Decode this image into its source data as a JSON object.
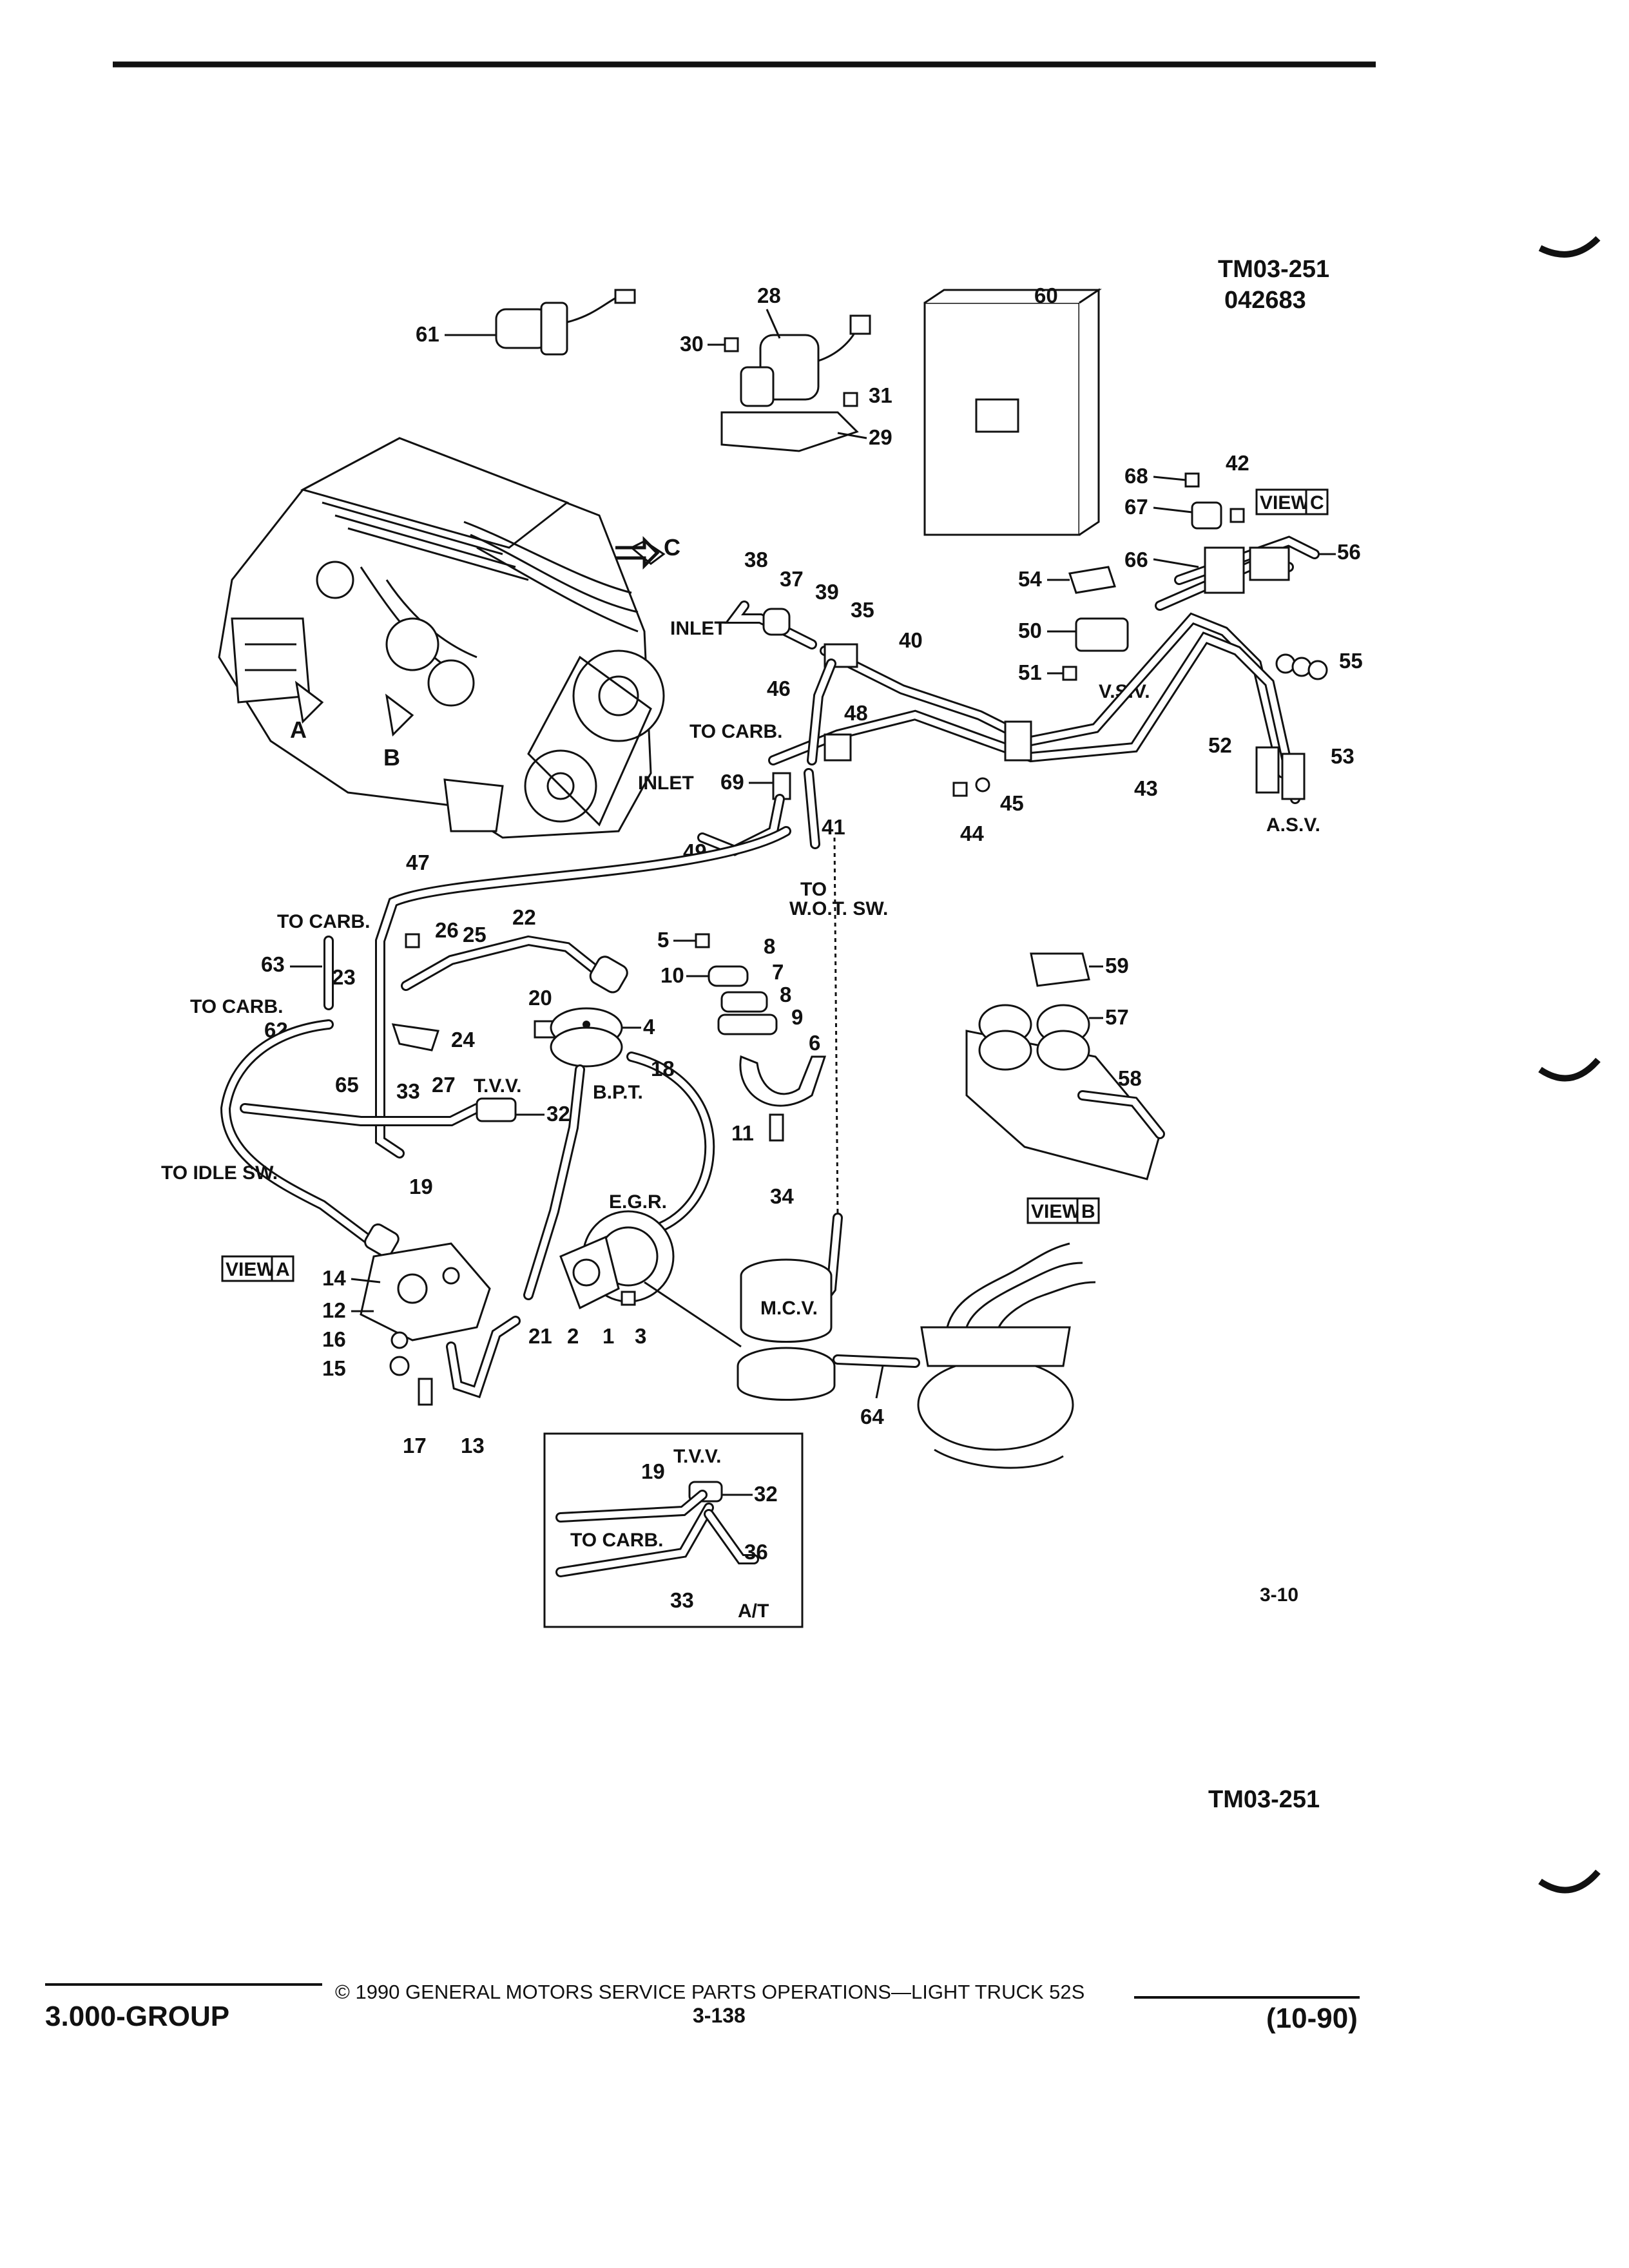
{
  "header": {
    "code": "TM03-251",
    "number": "042683"
  },
  "footer": {
    "group": "3.000-GROUP",
    "copyright": "© 1990 GENERAL MOTORS SERVICE PARTS OPERATIONS—LIGHT TRUCK 52S",
    "page": "3-138",
    "date": "(10-90)"
  },
  "figure": {
    "ref": "3-10",
    "code_bottom": "TM03-251"
  },
  "callouts": {
    "n1": "1",
    "n2": "2",
    "n3": "3",
    "n4": "4",
    "n5": "5",
    "n6": "6",
    "n7": "7",
    "n8a": "8",
    "n8b": "8",
    "n9": "9",
    "n10": "10",
    "n11": "11",
    "n12": "12",
    "n13": "13",
    "n14": "14",
    "n15": "15",
    "n16": "16",
    "n17": "17",
    "n18": "18",
    "n19": "19",
    "n19b": "19",
    "n20": "20",
    "n21": "21",
    "n22": "22",
    "n23": "23",
    "n24": "24",
    "n25": "25",
    "n26": "26",
    "n27": "27",
    "n28": "28",
    "n29": "29",
    "n30": "30",
    "n31": "31",
    "n32": "32",
    "n32b": "32",
    "n33": "33",
    "n33b": "33",
    "n34": "34",
    "n35": "35",
    "n36": "36",
    "n37": "37",
    "n38": "38",
    "n39": "39",
    "n40": "40",
    "n41": "41",
    "n42": "42",
    "n43": "43",
    "n44": "44",
    "n45": "45",
    "n46": "46",
    "n47": "47",
    "n48": "48",
    "n49": "49",
    "n50": "50",
    "n51": "51",
    "n52": "52",
    "n53": "53",
    "n54": "54",
    "n55": "55",
    "n56": "56",
    "n57": "57",
    "n58": "58",
    "n59": "59",
    "n60": "60",
    "n61": "61",
    "n62": "62",
    "n63": "63",
    "n64": "64",
    "n65": "65",
    "n66": "66",
    "n67": "67",
    "n68": "68",
    "n69": "69"
  },
  "labels": {
    "inlet1": "INLET",
    "inlet2": "INLET",
    "to_carb1": "TO CARB.",
    "to_carb2": "TO CARB.",
    "to_carb3": "TO CARB.",
    "to_carb4": "TO CARB.",
    "to_idle": "TO IDLE SW.",
    "to": "TO",
    "wot": "W.O.T. SW.",
    "vsv": "V.S.V.",
    "asv": "A.S.V.",
    "tvv1": "T.V.V.",
    "tvv2": "T.V.V.",
    "bpt": "B.P.T.",
    "egr": "E.G.R.",
    "mcv": "M.C.V.",
    "at": "A/T",
    "view_a_word": "VIEW",
    "view_a": "A",
    "view_b_word": "VIEW",
    "view_b": "B",
    "view_c_word": "VIEW",
    "view_c": "C",
    "engine_a": "A",
    "engine_b": "B",
    "engine_c": "C"
  }
}
